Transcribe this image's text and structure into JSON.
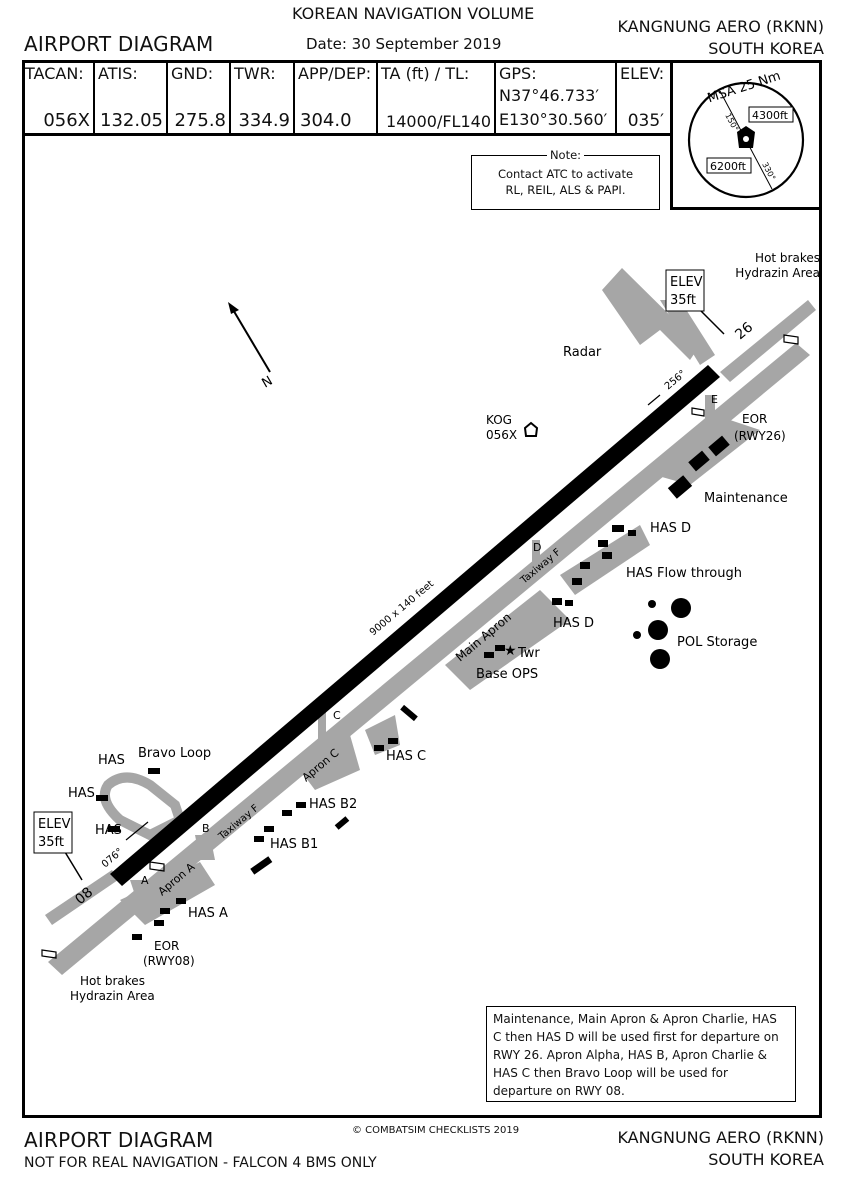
{
  "header": {
    "volume": "KOREAN NAVIGATION VOLUME",
    "title": "AIRPORT DIAGRAM",
    "date": "Date: 30 September 2019",
    "airport": "KANGNUNG AERO (RKNN)",
    "country": "SOUTH KOREA"
  },
  "info": {
    "tacan_label": "TACAN:",
    "tacan_value": "056X",
    "atis_label": "ATIS:",
    "atis_value": "132.05",
    "gnd_label": "GND:",
    "gnd_value": "275.8",
    "twr_label": "TWR:",
    "twr_value": "334.9",
    "app_label": "APP/DEP:",
    "app_value": "304.0",
    "ta_label": "TA (ft) / TL:",
    "ta_value": "14000/FL140",
    "gps_label": "GPS:",
    "gps_lat": "N37°46.733′",
    "gps_lon": "E130°30.560′",
    "elev_label": "ELEV:",
    "elev_value": "035′"
  },
  "msa": {
    "title": "MSA 25 Nm",
    "alt_north": "4300ft",
    "alt_south": "6200ft",
    "bearing_1": "150°",
    "bearing_2": "330°"
  },
  "note": {
    "title": "Note:",
    "lines": [
      "Contact ATC to activate",
      "RL, REIL, ALS & PAPI."
    ]
  },
  "map": {
    "runway_dims": "9000 x 140 feet",
    "rwy_26": "26",
    "rwy_08": "08",
    "hdg_256": "256°",
    "hdg_076": "076°",
    "elev_label": "ELEV",
    "elev_value": "35ft",
    "radar": "Radar",
    "kog": "KOG",
    "kog_channel": "056X",
    "hot_brakes_ne_1": "Hot brakes",
    "hot_brakes_ne_2": "Hydrazin Area",
    "hot_brakes_sw_1": "Hot brakes",
    "hot_brakes_sw_2": "Hydrazin Area",
    "eor_26_1": "EOR",
    "eor_26_2": "(RWY26)",
    "eor_08_1": "EOR",
    "eor_08_2": "(RWY08)",
    "twy_e": "E",
    "twy_d": "D",
    "twy_c": "C",
    "twy_b": "B",
    "twy_a": "A",
    "taxiway_f_1": "Taxiway F",
    "taxiway_f_2": "Taxiway F",
    "maintenance": "Maintenance",
    "has_d_1": "HAS D",
    "has_d_2": "HAS D",
    "has_flow": "HAS Flow through",
    "pol": "POL Storage",
    "main_apron": "Main Apron",
    "twr": "Twr",
    "base_ops": "Base OPS",
    "has_c": "HAS C",
    "apron_c": "Apron C",
    "has_b2": "HAS B2",
    "has_b1": "HAS B1",
    "bravo_loop": "Bravo Loop",
    "has_1": "HAS",
    "has_2": "HAS",
    "has_3": "HAS",
    "apron_a": "Apron A",
    "has_a": "HAS A",
    "north": "N"
  },
  "info_box": "Maintenance, Main Apron & Apron Charlie, HAS C then HAS D will be used first for departure on RWY 26. Apron Alpha, HAS B, Apron Charlie & HAS C then Bravo Loop will be used for departure on RWY 08.",
  "footer": {
    "copyright": "© COMBATSIM CHECKLISTS 2019",
    "title": "AIRPORT DIAGRAM",
    "disclaimer": "NOT FOR REAL NAVIGATION - FALCON 4 BMS ONLY",
    "airport": "KANGNUNG AERO (RKNN)",
    "country": "SOUTH KOREA"
  }
}
